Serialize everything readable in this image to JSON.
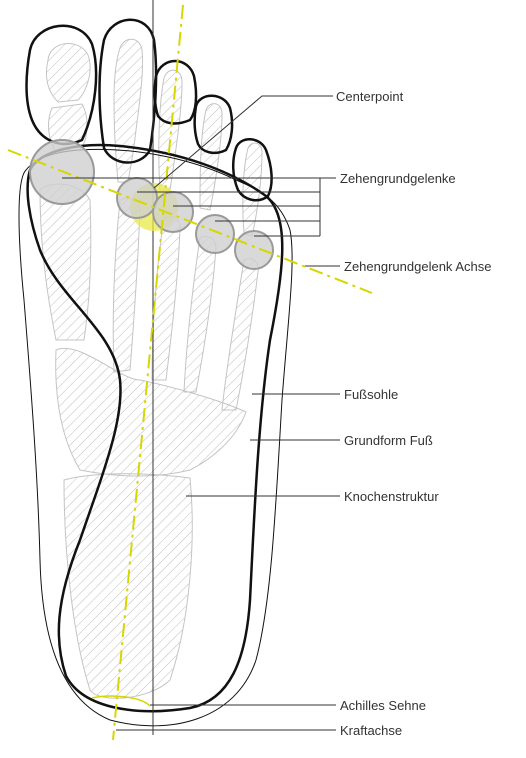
{
  "labels": {
    "centerpoint": "Centerpoint",
    "zehengrundgelenke": "Zehengrundgelenke",
    "zehengrundgelenk_achse": "Zehengrundgelenk Achse",
    "fusssohle": "Fußsohle",
    "grundform_fuss": "Grundform Fuß",
    "knochenstruktur": "Knochenstruktur",
    "achilles_sehne": "Achilles Sehne",
    "kraftachse": "Kraftachse"
  },
  "colors": {
    "outline": "#111111",
    "axis": "#d6d600",
    "joint_fill": "#cfcfcf",
    "joint_stroke": "#9a9a9a",
    "hatch": "#bdbdbd",
    "leader": "#333333"
  }
}
